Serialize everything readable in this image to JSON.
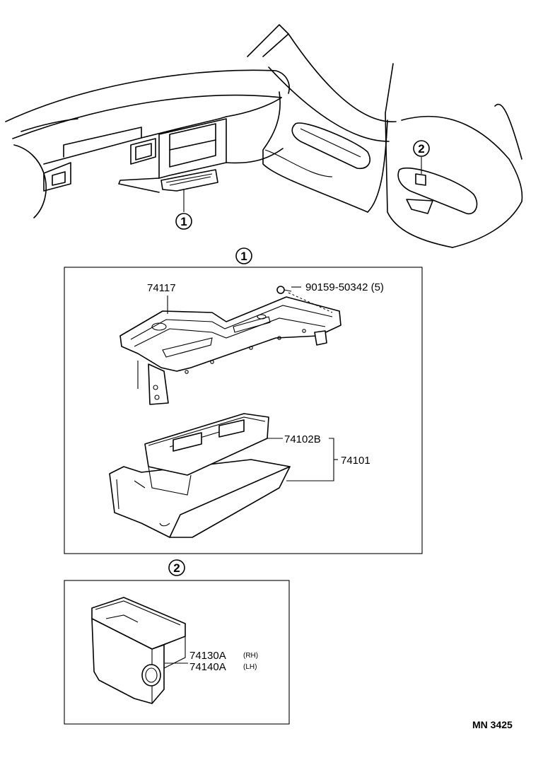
{
  "callouts": {
    "one": "1",
    "two": "2"
  },
  "panel1": {
    "parts": {
      "p74117": "74117",
      "p90159": "90159-50342 (5)",
      "p74102B": "74102B",
      "p74101": "74101"
    }
  },
  "panel2": {
    "parts": {
      "p74130A": "74130A",
      "p74130A_side": "(RH)",
      "p74140A": "74140A",
      "p74140A_side": "(LH)"
    }
  },
  "footer": {
    "code": "MN  3425"
  }
}
